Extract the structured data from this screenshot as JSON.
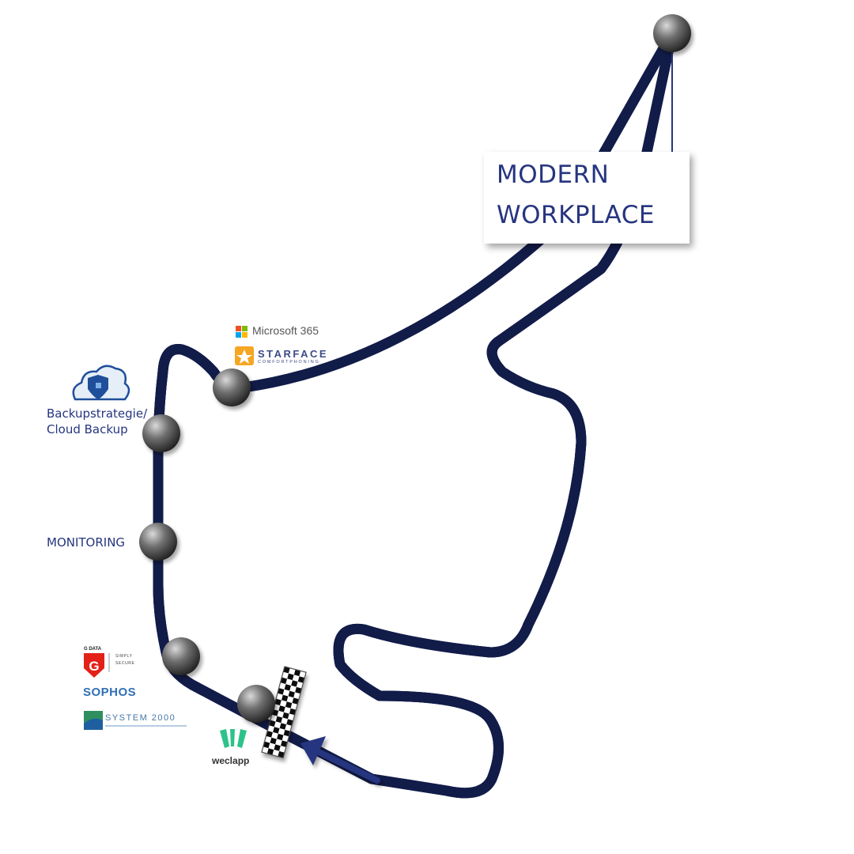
{
  "colors": {
    "track": "#26357f",
    "track_dark": "#131c4a",
    "track_highlight": "#5161b8",
    "label": "#26357f"
  },
  "destination": {
    "line1": "MODERN",
    "line2": "WORKPLACE"
  },
  "stations": {
    "backup_line1": "Backupstrategie/",
    "backup_line2": "Cloud Backup",
    "monitoring": "MONITORING"
  },
  "logos": {
    "microsoft": "Microsoft 365",
    "starface": "STARFACE",
    "starface_tagline": "COMFORTPHONING",
    "gdata": "G DATA",
    "gdata_tagline_1": "SIMPLY",
    "gdata_tagline_2": "SECURE",
    "sophos": "SOPHOS",
    "system2000": "SYSTEM 2000",
    "weclapp": "weclapp"
  },
  "icons": {
    "cloud": "cloud-backup-icon",
    "flag": "checkered-flag-icon",
    "arrow": "direction-arrow-icon"
  }
}
